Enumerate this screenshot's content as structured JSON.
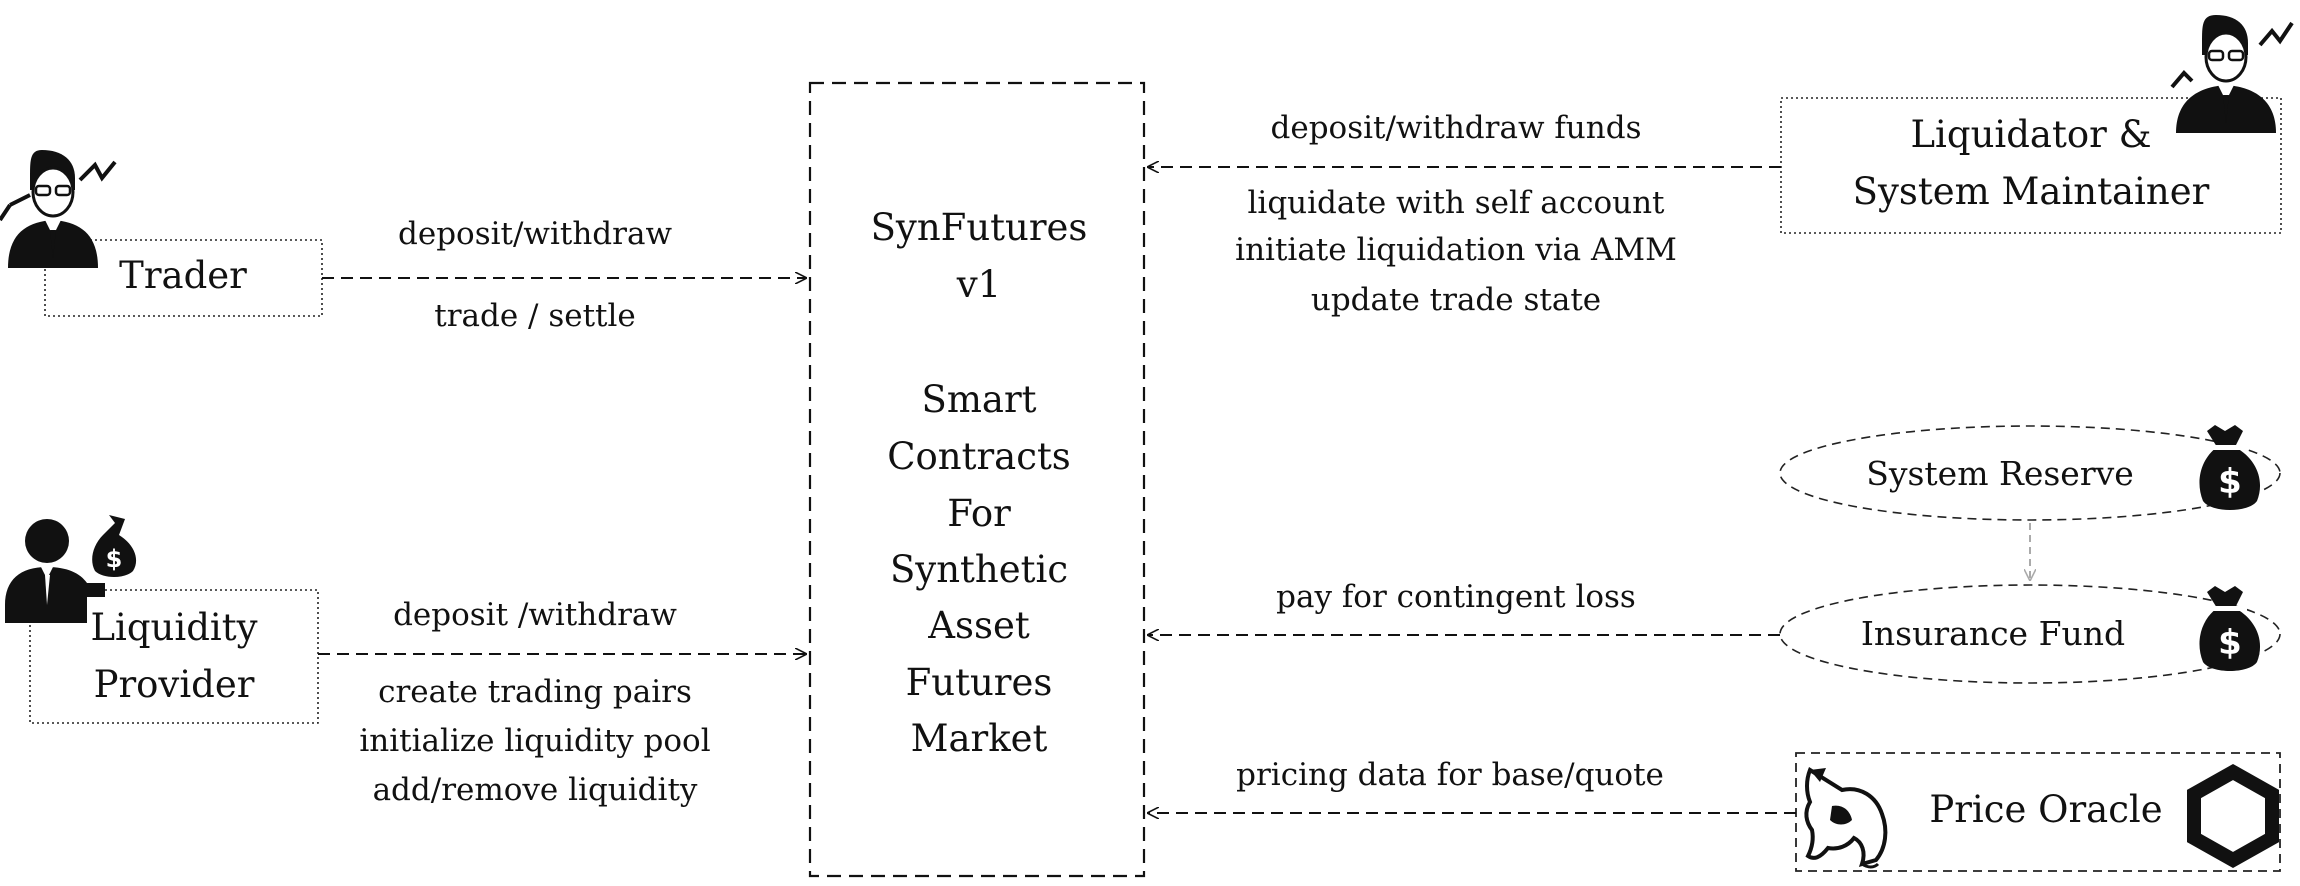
{
  "central": {
    "title_line1": "SynFutures",
    "title_line2": "v1",
    "desc_lines": [
      "Smart",
      "Contracts",
      "For",
      "Synthetic",
      "Asset",
      "Futures",
      "Market"
    ]
  },
  "trader": {
    "label": "Trader",
    "arrow_top": "deposit/withdraw",
    "arrow_bottom": "trade / settle"
  },
  "liquidity_provider": {
    "label_line1": "Liquidity",
    "label_line2": "Provider",
    "arrow_top": "deposit /withdraw",
    "arrow_bottom_lines": [
      "create trading pairs",
      "initialize liquidity pool",
      "add/remove liquidity"
    ]
  },
  "liquidator": {
    "label_line1": "Liquidator &",
    "label_line2": "System Maintainer",
    "arrow_top": "deposit/withdraw  funds",
    "arrow_bottom_lines": [
      "liquidate with self account",
      "initiate liquidation via AMM",
      "update trade state"
    ]
  },
  "system_reserve": {
    "label": "System Reserve"
  },
  "insurance_fund": {
    "label": "Insurance Fund",
    "arrow_top": "pay for contingent loss"
  },
  "price_oracle": {
    "label": "Price Oracle",
    "arrow_top": "pricing data for base/quote"
  },
  "icons": {
    "trader": "businessman-chart-icon",
    "liquidity_provider": "person-moneybag-icon",
    "liquidator": "businessman-chart-icon",
    "money_bag": "money-bag-icon",
    "uniswap": "unicorn-icon",
    "chainlink": "hexagon-icon"
  },
  "colors": {
    "stroke": "#111111",
    "faint_arrow": "#aaaaaa"
  }
}
